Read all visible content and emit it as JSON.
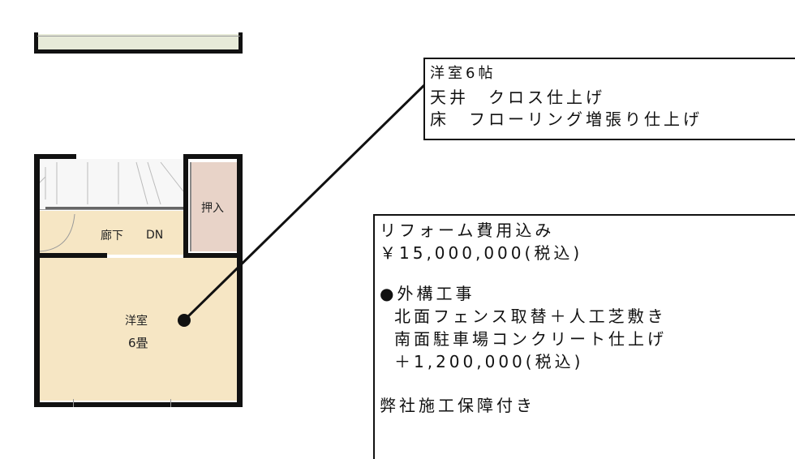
{
  "plan": {
    "room_label_line1": "洋室",
    "room_label_line2": "6畳",
    "hallway_label": "廊下",
    "stair_direction": "DN",
    "closet_label": "押入"
  },
  "room_note": {
    "line1": "洋室6帖",
    "line2": "天井　クロス仕上げ",
    "line3": "床　フローリング増張り仕上げ"
  },
  "cost_note": {
    "line1": "リフォーム費用込み",
    "line2": "￥15,000,000(税込)",
    "line3": "●外構工事",
    "line4": "北面フェンス取替＋人工芝敷き",
    "line5": "南面駐車場コンクリート仕上げ",
    "line6": "＋1,200,000(税込)",
    "line7": "弊社施工保障付き"
  }
}
